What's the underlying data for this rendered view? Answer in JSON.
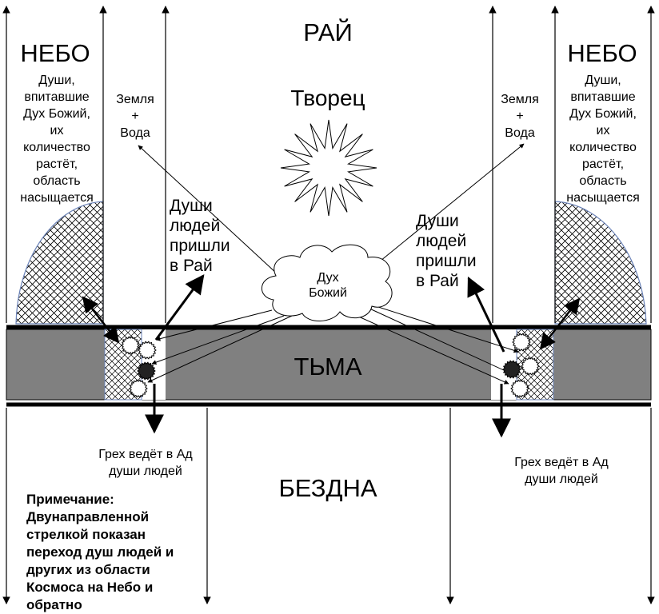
{
  "labels": {
    "paradise": "РАЙ",
    "sky_left": "НЕБО",
    "sky_right": "НЕБО",
    "souls_left": "Души,\nвпитавшие\nДух Божий,\nих\nколичество\nрастёт,\nобласть\nнасыщается",
    "souls_right": "Души,\nвпитавшие\nДух Божий,\nих\nколичество\nрастёт,\nобласть\nнасыщается",
    "creator": "Творец",
    "earth_water_left": "Земля\n+\nВода",
    "earth_water_right": "Земля\n+\nВода",
    "souls_came_left": "Души\nлюдей\nпришли\nв Рай",
    "souls_came_right": "Души\nлюдей\nпришли\nв Рай",
    "holy_spirit": "Дух\nБожий",
    "darkness": "ТЬМА",
    "sin_left": "Грех ведёт в Ад\nдуши людей",
    "sin_right": "Грех ведёт в Ад\nдуши людей",
    "abyss": "БЕЗДНА",
    "note": "Примечание:\nДвунаправленной\nстрелкой показан\nпереход душ людей и\nдругих из области\nКосмоса на Небо и\nобратно"
  },
  "colors": {
    "darkness_band": "#808080",
    "line": "#000000",
    "hatch": "#000000",
    "hatch_outline": "#6b83b8",
    "background": "#ffffff"
  }
}
